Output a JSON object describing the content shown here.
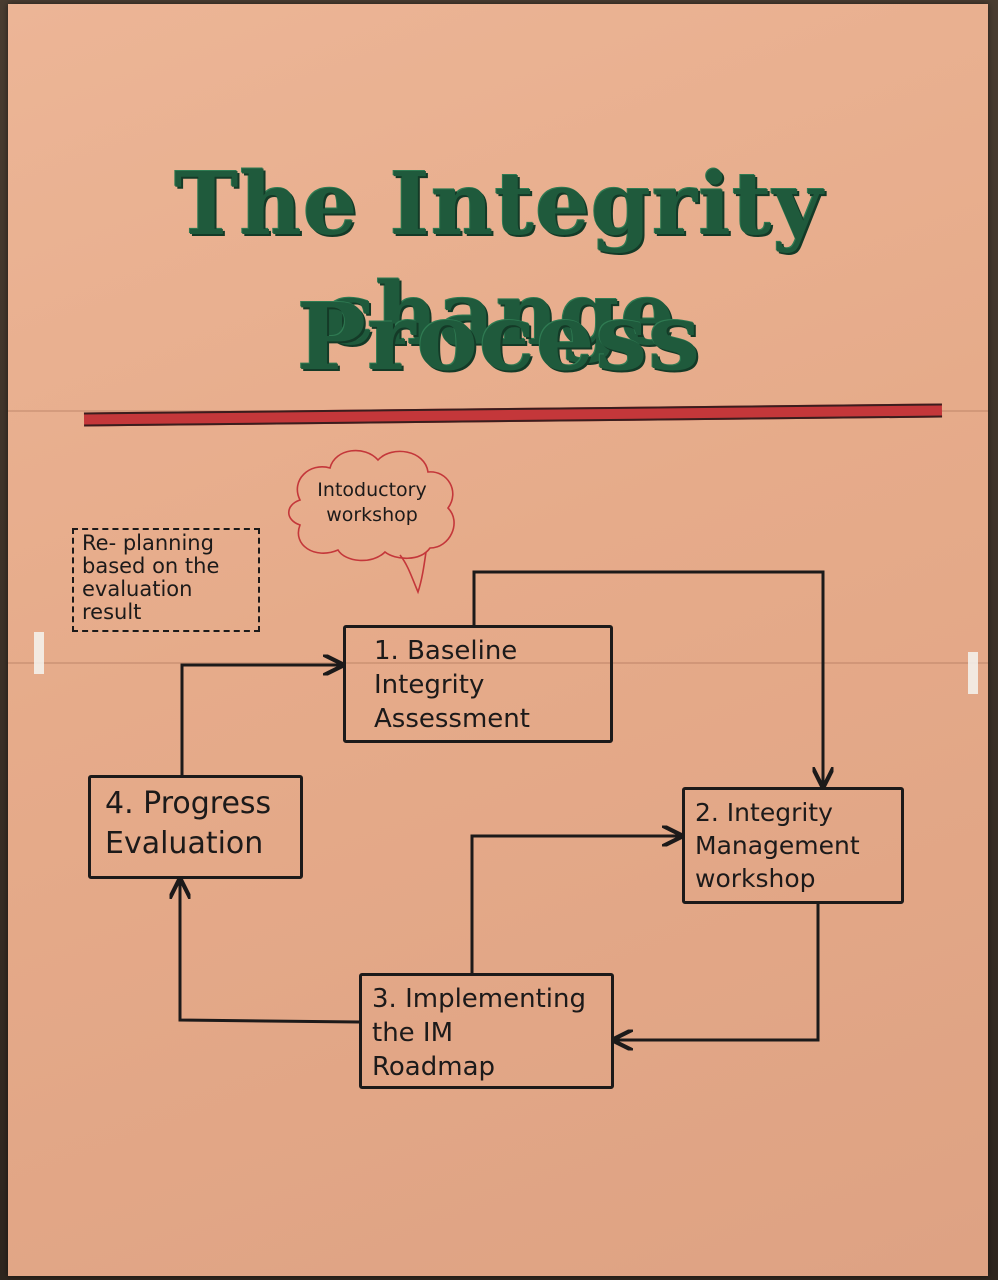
{
  "title": {
    "line1": "The Integrity change",
    "line2": "Process"
  },
  "colors": {
    "poster_background": "#e6ab8a",
    "title_green": "#1f5a3c",
    "underline_red": "#c4373a",
    "ink": "#1c1a1a",
    "cloud_red": "#c4373a"
  },
  "diagram": {
    "intro_cloud": {
      "text": "Intoductory\nworkshop"
    },
    "replanning_note": {
      "text": "Re- planning\nbased on the\nevaluation\nresult"
    },
    "steps": [
      {
        "id": "step-1",
        "text": "1.  Baseline\n     Integrity\n     Assessment"
      },
      {
        "id": "step-2",
        "text": "2.  Integrity\nManagement\nworkshop"
      },
      {
        "id": "step-3",
        "text": "3. Implementing\n    the  IM\n    Roadmap"
      },
      {
        "id": "step-4",
        "text": "4. Progress\nEvaluation"
      }
    ],
    "connections": [
      {
        "from": "step-1",
        "to": "step-2"
      },
      {
        "from": "step-2",
        "to": "step-3"
      },
      {
        "from": "step-3",
        "to": "step-2"
      },
      {
        "from": "step-3",
        "to": "step-4"
      },
      {
        "from": "step-4",
        "to": "step-1"
      }
    ]
  }
}
